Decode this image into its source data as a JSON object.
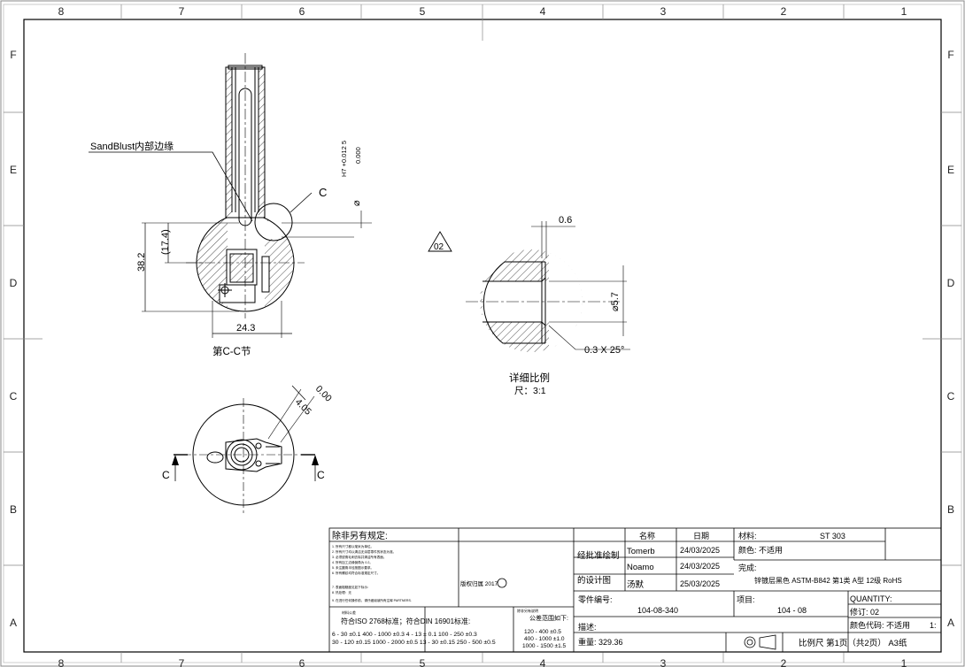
{
  "border": {
    "columns": [
      "8",
      "7",
      "6",
      "5",
      "4",
      "3",
      "2",
      "1"
    ],
    "rows": [
      "F",
      "E",
      "D",
      "C",
      "B",
      "A"
    ]
  },
  "section_view": {
    "note": "SandBlust内部边缘",
    "tol_upper": "H7 +0.012 5",
    "tol_lower": "0.000",
    "diameter_symbol": "⌀",
    "section_label": "C",
    "dim_174": "(17.4)",
    "dim_382": "38.2",
    "dim_243": "24.3",
    "title": "第C-C节"
  },
  "detail_view": {
    "balloon": "02",
    "dim_06": "0.6",
    "dim_dia": "⌀5.7",
    "chamfer": "0.3 X 25°",
    "title": "详细比例",
    "scale": "尺：3:1"
  },
  "top_view": {
    "dim_000": "0.00",
    "dim_405": "4.05",
    "cut_left": "C",
    "cut_right": "C"
  },
  "title_block": {
    "general_title": "除非另有规定:",
    "notes": [
      "1. 所有尺寸都以毫米为单位。",
      "2. 所有尺寸均以清洁无涂层零件的状态为准。",
      "3. 必须锐角毛刺去除并清洁所有表面。",
      "4. 所有加工边缘倒角为 0.2。",
      "5. 未注圆角半径按图示要求。",
      "6. 所有螺纹均符合标准规定尺寸。",
      "7. 表面粗糙度见如下标示：",
      "8. 热处理：无",
      "9. 在进行任何操作前，请仔细阅读所有注释 PARTNERS."
    ],
    "surface_note": "除非另有说明",
    "copyright": "版权归属 2017",
    "std_header": "材料公差",
    "std_text": "符合ISO 2768标准；符合DIN 16901标准:",
    "tol_rows": [
      "6 - 30 ±0.1   400 - 1000 ±0.3   4 - 13 ± 0.1   100 - 250 ±0.3",
      "30 - 120 ±0.15   1000 - 2000 ±0.5   13 - 30 ±0.15   250 - 500 ±0.5"
    ],
    "dev_header": "公差范围如下:",
    "dev_rows": [
      "120 - 400 ±0.5",
      "400 - 1000 ±1.0",
      "1000 - 1500 ±1.5"
    ],
    "col_name": "名称",
    "col_date": "日期",
    "role1": "经批准绘制",
    "role2": "的设计图",
    "person1": "Tomerb",
    "date1": "24/03/2025",
    "person2": "Noamo",
    "date2": "24/03/2025",
    "person3": "汤默",
    "date3": "25/03/2025",
    "material_label": "材料:",
    "material": "ST 303",
    "color_label": "颜色: 不适用",
    "finish_label": "完成:",
    "finish": "锌镀层黑色 ASTM-B842 第1类 A型 12级 RoHS",
    "part_no_label": "零件编号:",
    "part_no": "104-08-340",
    "project_label": "项目:",
    "project": "104 - 08",
    "quantity_label": "QUANTITY:",
    "revision_label": "修订: 02",
    "color_code": "颜色代码: 不适用",
    "ratio_tail": "1:",
    "desc_label": "描述:",
    "weight_label": "重量: 329.36",
    "scale_text": "比例尺  第1页（共2页） A3纸"
  }
}
